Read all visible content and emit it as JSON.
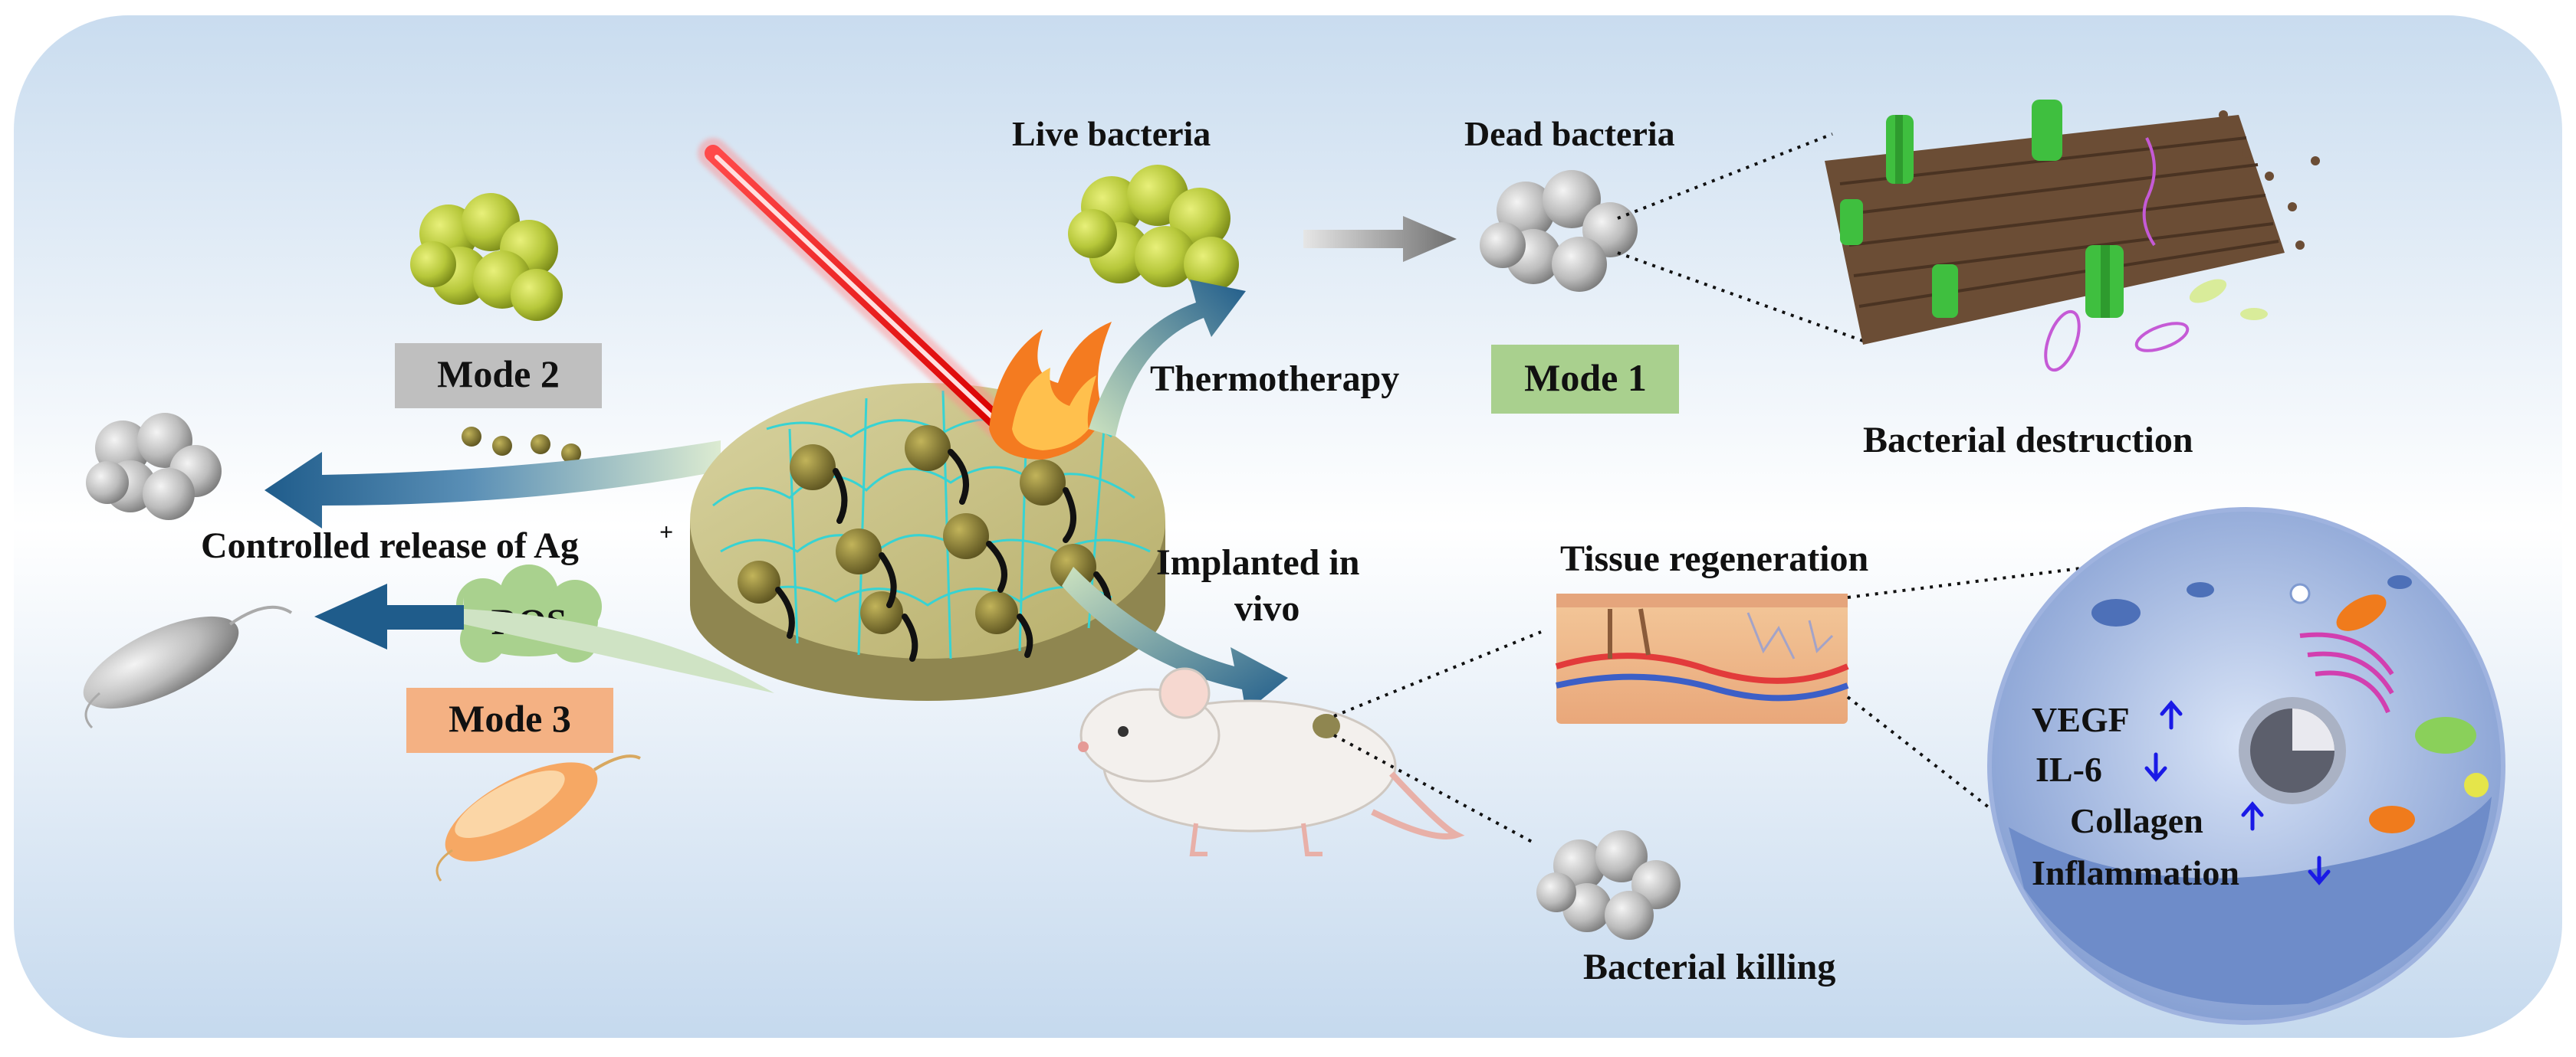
{
  "labels": {
    "live_bacteria": "Live bacteria",
    "dead_bacteria": "Dead bacteria",
    "bacterial_destruction": "Bacterial destruction",
    "thermotherapy": "Thermotherapy",
    "mode1": "Mode 1",
    "mode2": "Mode 2",
    "mode3": "Mode 3",
    "ros": "ROS",
    "controlled_release": "Controlled release of Ag",
    "ag_charge": "+",
    "implanted_line1": "Implanted in",
    "implanted_line2": "vivo",
    "tissue_regeneration": "Tissue regeneration",
    "bacterial_killing": "Bacterial killing",
    "vegf": "VEGF",
    "il6": "IL-6",
    "collagen": "Collagen",
    "inflammation": "Inflammation"
  },
  "colors": {
    "mode1_bg": "#a9d08e",
    "mode2_bg": "#bfbfbf",
    "mode3_bg": "#f4b183",
    "ros_bg": "#a9d18e",
    "arrow_blue": "#1f5c8b",
    "up_arrow": "#1a1ae6",
    "down_arrow": "#1a1ae6"
  },
  "icons": {
    "vegf_trend": "up-arrow-icon",
    "il6_trend": "down-arrow-icon",
    "collagen_trend": "up-arrow-icon",
    "inflammation_trend": "down-arrow-icon"
  }
}
